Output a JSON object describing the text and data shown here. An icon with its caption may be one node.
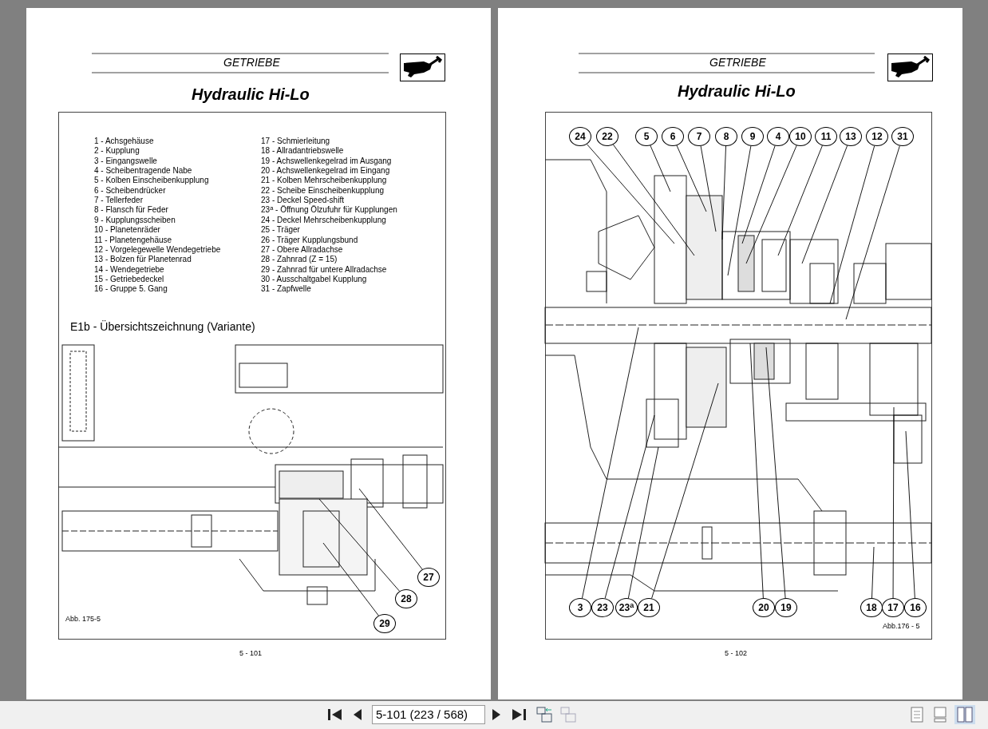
{
  "diagram": {
    "title": "Hydraulic Hi-Lo",
    "nodes": [
      {
        "text": [
          "27"
        ]
      },
      {
        "text": [
          "28"
        ]
      },
      {
        "text": [
          "29"
        ]
      },
      {
        "text": [
          "24"
        ]
      },
      {
        "text": [
          "22"
        ]
      },
      {
        "text": [
          "5"
        ]
      },
      {
        "text": [
          "6"
        ]
      },
      {
        "text": [
          "7"
        ]
      },
      {
        "text": [
          "8"
        ]
      },
      {
        "text": [
          "9"
        ]
      },
      {
        "text": [
          "4"
        ]
      },
      {
        "text": [
          "10"
        ]
      },
      {
        "text": [
          "11"
        ]
      },
      {
        "text": [
          "13"
        ]
      },
      {
        "text": [
          "12"
        ]
      },
      {
        "text": [
          "31"
        ]
      },
      {
        "text": [
          "3"
        ]
      },
      {
        "text": [
          "23"
        ]
      },
      {
        "text": [
          "23$^{a}$"
        ]
      },
      {
        "text": [
          "21"
        ]
      },
      {
        "text": [
          "20"
        ]
      },
      {
        "text": [
          "19"
        ]
      },
      {
        "text": [
          "18"
        ]
      },
      {
        "text": [
          "17"
        ]
      },
      {
        "text": [
          "16"
        ]
      }
    ],
    "edges": [
      {
        "from": 0,
        "to": null,
        "arrow": "none"
      },
      {
        "from": 1,
        "to": null,
        "arrow": "none"
      },
      {
        "from": 2,
        "to": null,
        "arrow": "none"
      },
      {
        "from": 3,
        "to": null,
        "arrow": "none"
      },
      {
        "from": 4,
        "to": null,
        "arrow": "none"
      },
      {
        "from": 5,
        "to": null,
        "arrow": "none"
      },
      {
        "from": 6,
        "to": null,
        "arrow": "none"
      },
      {
        "from": 7,
        "to": null,
        "arrow": "none"
      },
      {
        "from": 8,
        "to": null,
        "arrow": "none"
      },
      {
        "from": 9,
        "to": null,
        "arrow": "none"
      },
      {
        "from": 10,
        "to": null,
        "arrow": "none"
      },
      {
        "from": 11,
        "to": null,
        "arrow": "none"
      },
      {
        "from": 12,
        "to": null,
        "arrow": "none"
      },
      {
        "from": 13,
        "to": null,
        "arrow": "none"
      },
      {
        "from": 14,
        "to": null,
        "arrow": "none"
      },
      {
        "from": 15,
        "to": null,
        "arrow": "none"
      },
      {
        "from": 16,
        "to": null,
        "arrow": "none"
      },
      {
        "from": 17,
        "to": null,
        "arrow": "none"
      },
      {
        "from": 18,
        "to": null,
        "arrow": "none"
      },
      {
        "from": 19,
        "to": null,
        "arrow": "none"
      },
      {
        "from": 20,
        "to": null,
        "arrow": "none"
      },
      {
        "from": 21,
        "to": null,
        "arrow": "none"
      },
      {
        "from": 22,
        "to": null,
        "arrow": "none"
      },
      {
        "from": 23,
        "to": null,
        "arrow": "none"
      },
      {
        "from": 24,
        "to": null,
        "arrow": "none"
      }
    ],
    "labels": [
      "GETRIEBE",
      "1 - Achsgehäuse",
      "2 - Kupplung",
      "3 - Eingangswelle",
      "4 - Scheibentragende Nabe",
      "5 - Kolben Einscheibenkupplung",
      "6 - Scheibendrücker",
      "7 - Tellerfeder",
      "8 - Flansch für Feder",
      "9 - Kupplungsscheiben",
      "10 - Planetenräder",
      "11 - Planetengehäuse",
      "12 - Vorgelegewelle Wendegetriebe",
      "13 - Bolzen für Planetenrad",
      "14 - Wendegetriebe",
      "15 - Getriebedeckel",
      "16 - Gruppe 5. Gang",
      "17 - Schmierleitung",
      "18 - Allradantriebswelle",
      "19 - Achswellenkegelrad im Ausgang",
      "20 - Achswellenkegelrad im Eingang",
      "21 - Kolben Mehrscheibenkupplung",
      "22 - Scheibe Einscheibenkupplung",
      "23 - Deckel Speed-shift",
      "23$^{a}$ - Öffnung Ölzufuhr für Kupplungen",
      "24 - Deckel Mehrscheibenkupplung",
      "25 - Träger",
      "26 - Träger Kupplungsbund",
      "27 - Obere Allradachse",
      "28 - Zahnrad (Z = 15)",
      "29 - Zahnrad für untere Allradachse",
      "30 - Ausschaltgabel Kupplung",
      "31 - Zapfwelle",
      "E1b - Übersichtszeichnung (Variante)",
      "Abb. 175-5",
      "5 - 101",
      "GETRIEBE",
      "Hydraulic Hi-Lo",
      "Abb.176 - 5",
      "5 - 102",
      "5-101 (223 / 568)"
    ]
  }
}
